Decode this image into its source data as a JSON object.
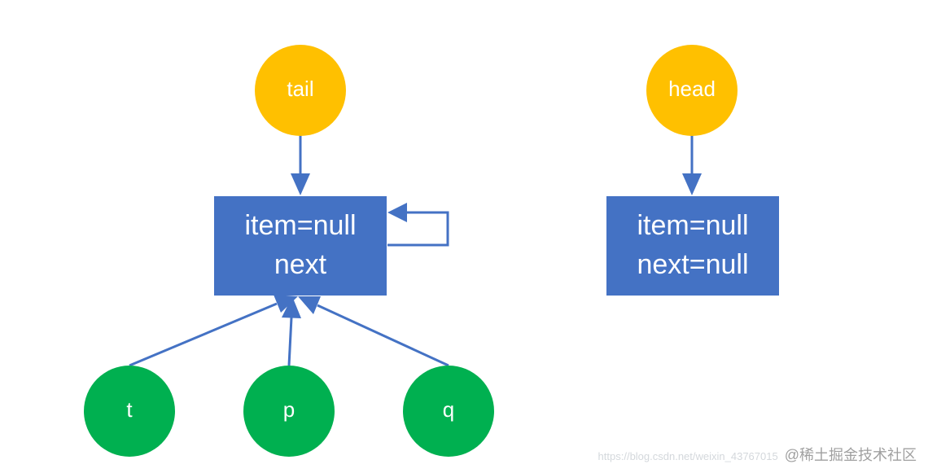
{
  "colors": {
    "pointer": "#FFC000",
    "variable": "#00B050",
    "node_fill": "#4472C4",
    "arrow": "#4472C4",
    "text": "#FFFFFF"
  },
  "pointers": {
    "tail": "tail",
    "head": "head"
  },
  "variables": {
    "t": "t",
    "p": "p",
    "q": "q"
  },
  "nodes": {
    "left": {
      "line1": "item=null",
      "line2": "next"
    },
    "right": {
      "line1": "item=null",
      "line2": "next=null"
    }
  },
  "watermark": {
    "url": "https://blog.csdn.net/weixin_43767015",
    "brand": "@稀土掘金技术社区"
  }
}
